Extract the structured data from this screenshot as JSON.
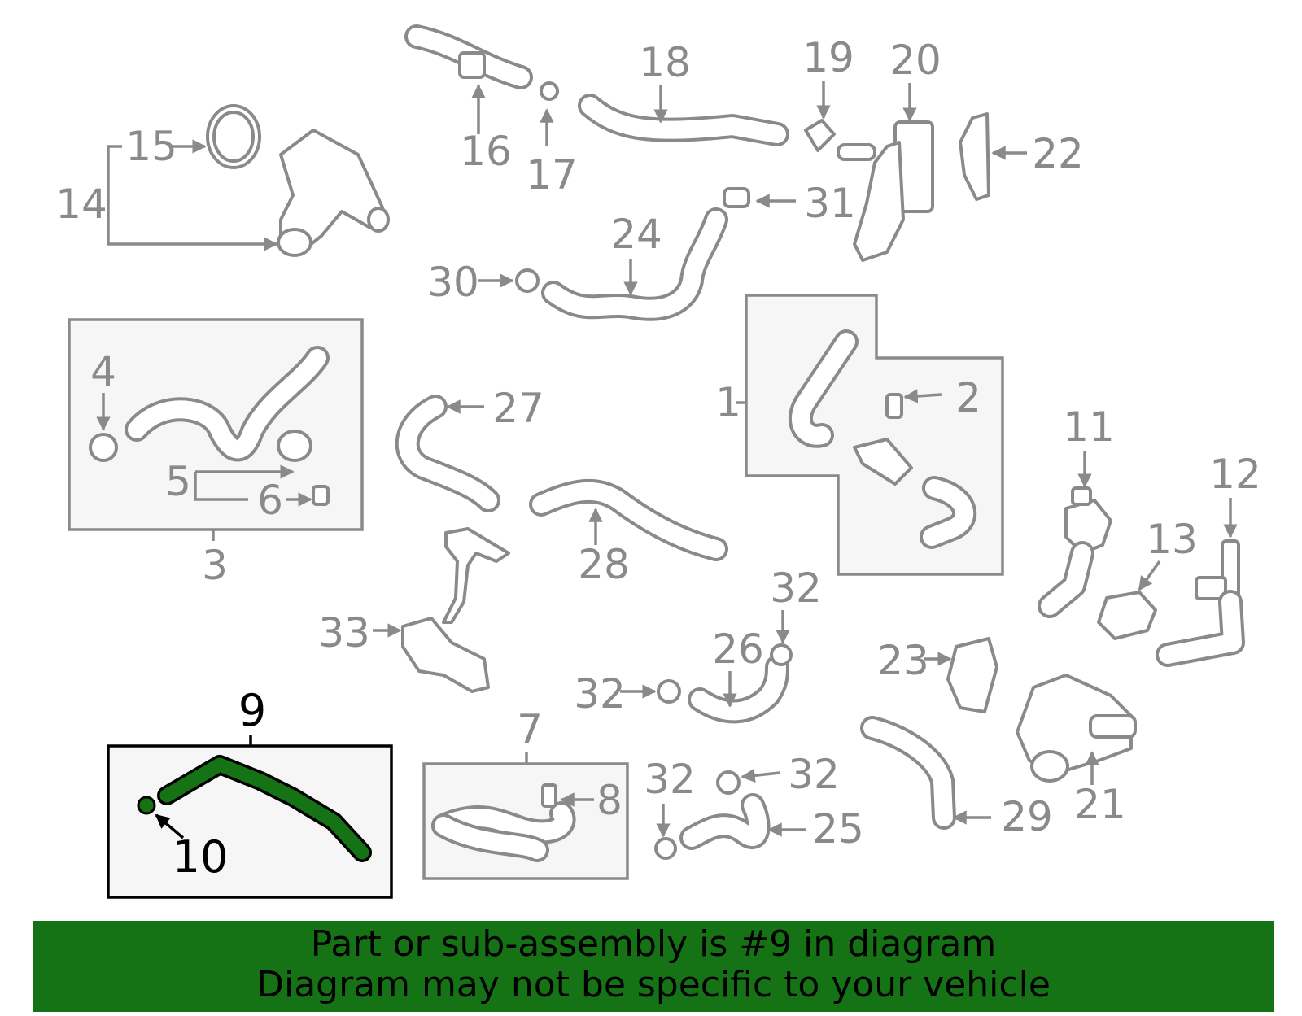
{
  "diagram": {
    "callouts": [
      "1",
      "2",
      "3",
      "4",
      "5",
      "6",
      "7",
      "8",
      "9",
      "10",
      "11",
      "12",
      "13",
      "14",
      "15",
      "16",
      "17",
      "18",
      "19",
      "20",
      "21",
      "22",
      "23",
      "24",
      "25",
      "26",
      "27",
      "28",
      "29",
      "30",
      "31",
      "32",
      "33"
    ],
    "highlighted_part": "9",
    "highlight_color": "#157215",
    "part_color": "#8a8a8a"
  },
  "banner": {
    "line1": "Part or sub-assembly is #9 in diagram",
    "line2": "Diagram may not be specific to your vehicle",
    "background": "#157215"
  }
}
